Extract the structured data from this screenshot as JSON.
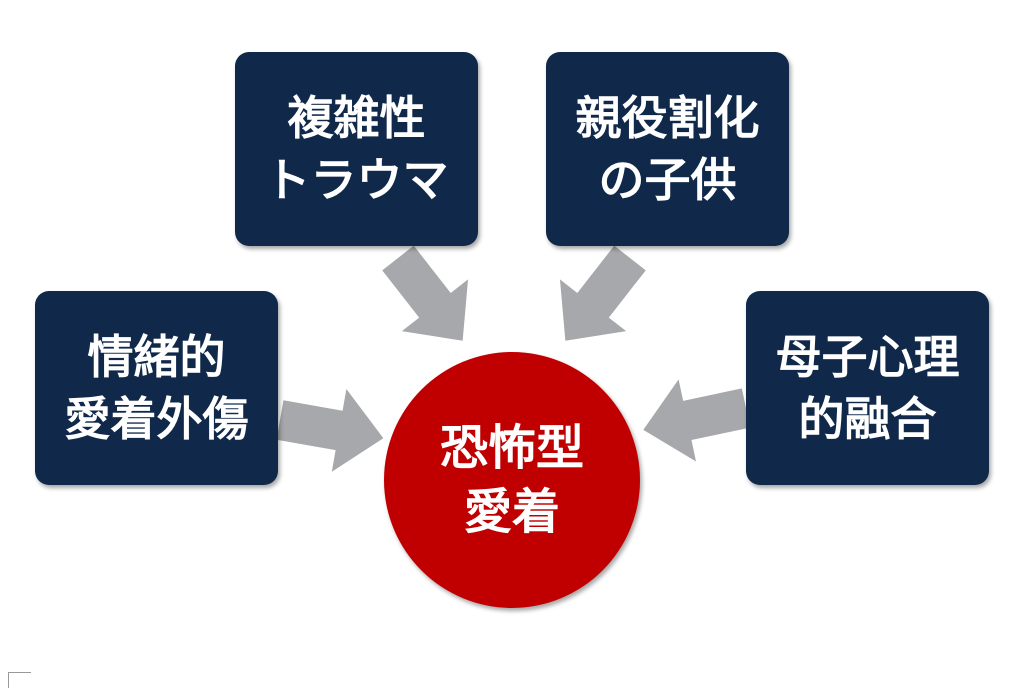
{
  "colors": {
    "box": "#10284a",
    "center": "#c00000",
    "arrow": "#a6a8ab"
  },
  "center": {
    "line1": "恐怖型",
    "line2": "愛着"
  },
  "boxes": {
    "left": {
      "line1": "情緒的",
      "line2": "愛着外傷"
    },
    "top_left": {
      "line1": "複雑性",
      "line2": "トラウマ"
    },
    "top_right": {
      "line1": "親役割化",
      "line2": "の子供"
    },
    "right": {
      "line1": "母子心理",
      "line2": "的融合"
    }
  }
}
